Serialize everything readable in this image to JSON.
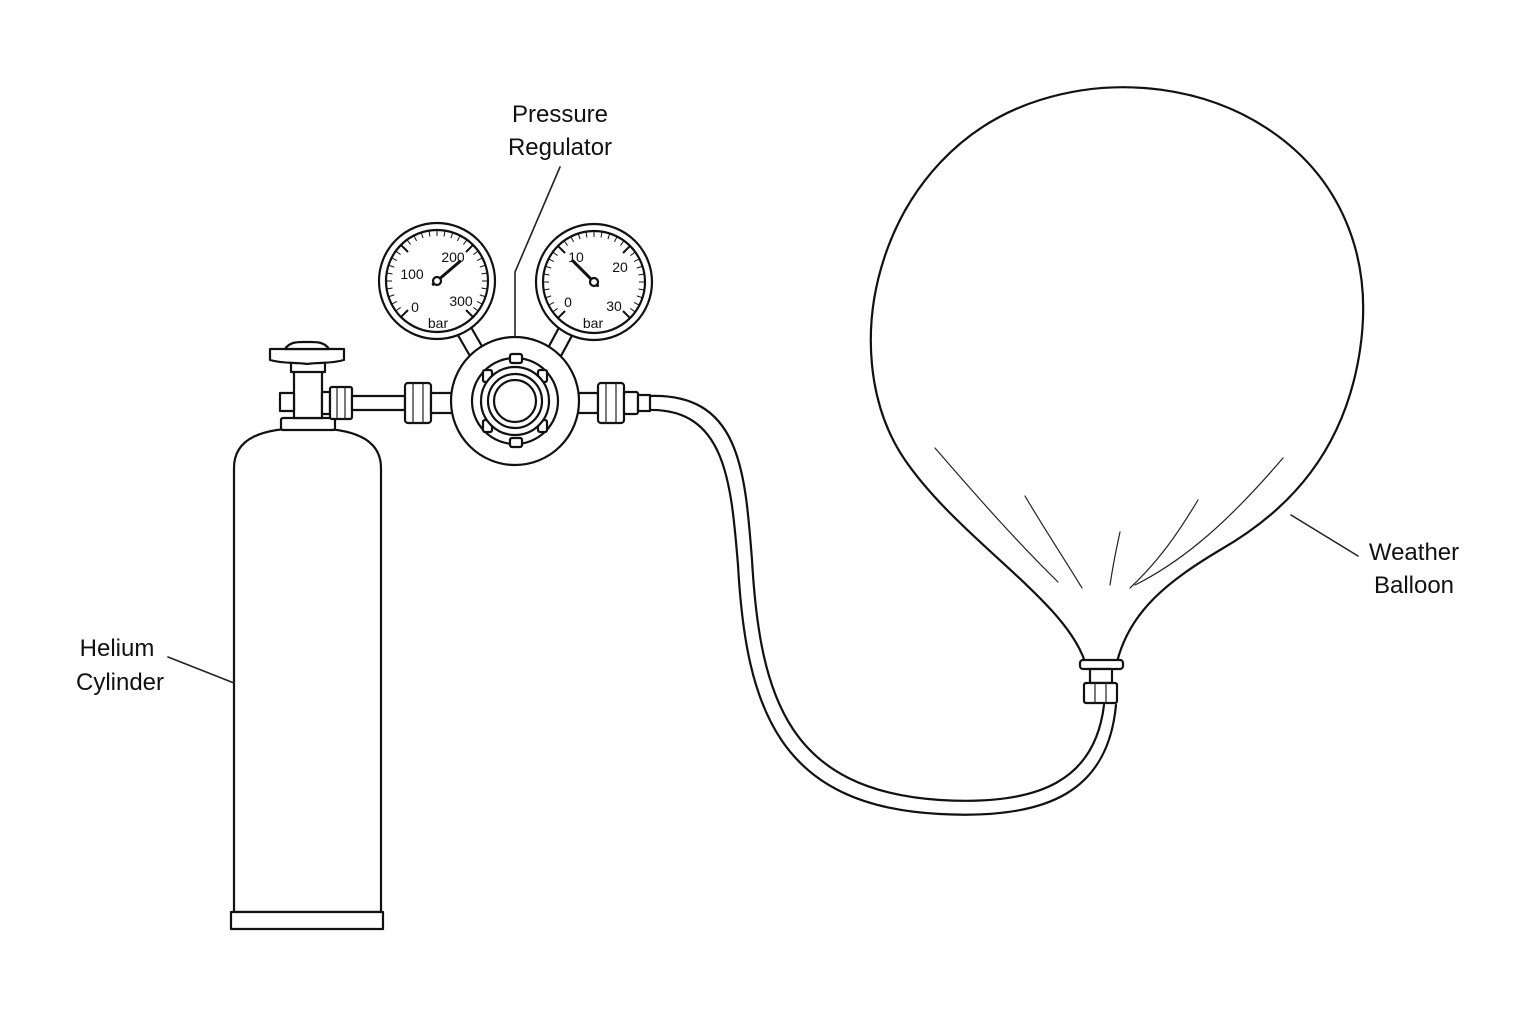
{
  "labels": {
    "regulator_line1": "Pressure",
    "regulator_line2": "Regulator",
    "balloon_line1": "Weather",
    "balloon_line2": "Balloon",
    "cylinder_line1": "Helium",
    "cylinder_line2": "Cylinder"
  },
  "gauges": {
    "high_pressure": {
      "unit": "bar",
      "ticks": [
        "0",
        "100",
        "200",
        "300"
      ],
      "reading": 205,
      "max": 300
    },
    "low_pressure": {
      "unit": "bar",
      "ticks": [
        "0",
        "10",
        "20",
        "30"
      ],
      "reading": 10,
      "max": 30
    }
  },
  "colors": {
    "line": "#111111",
    "background": "#ffffff"
  }
}
